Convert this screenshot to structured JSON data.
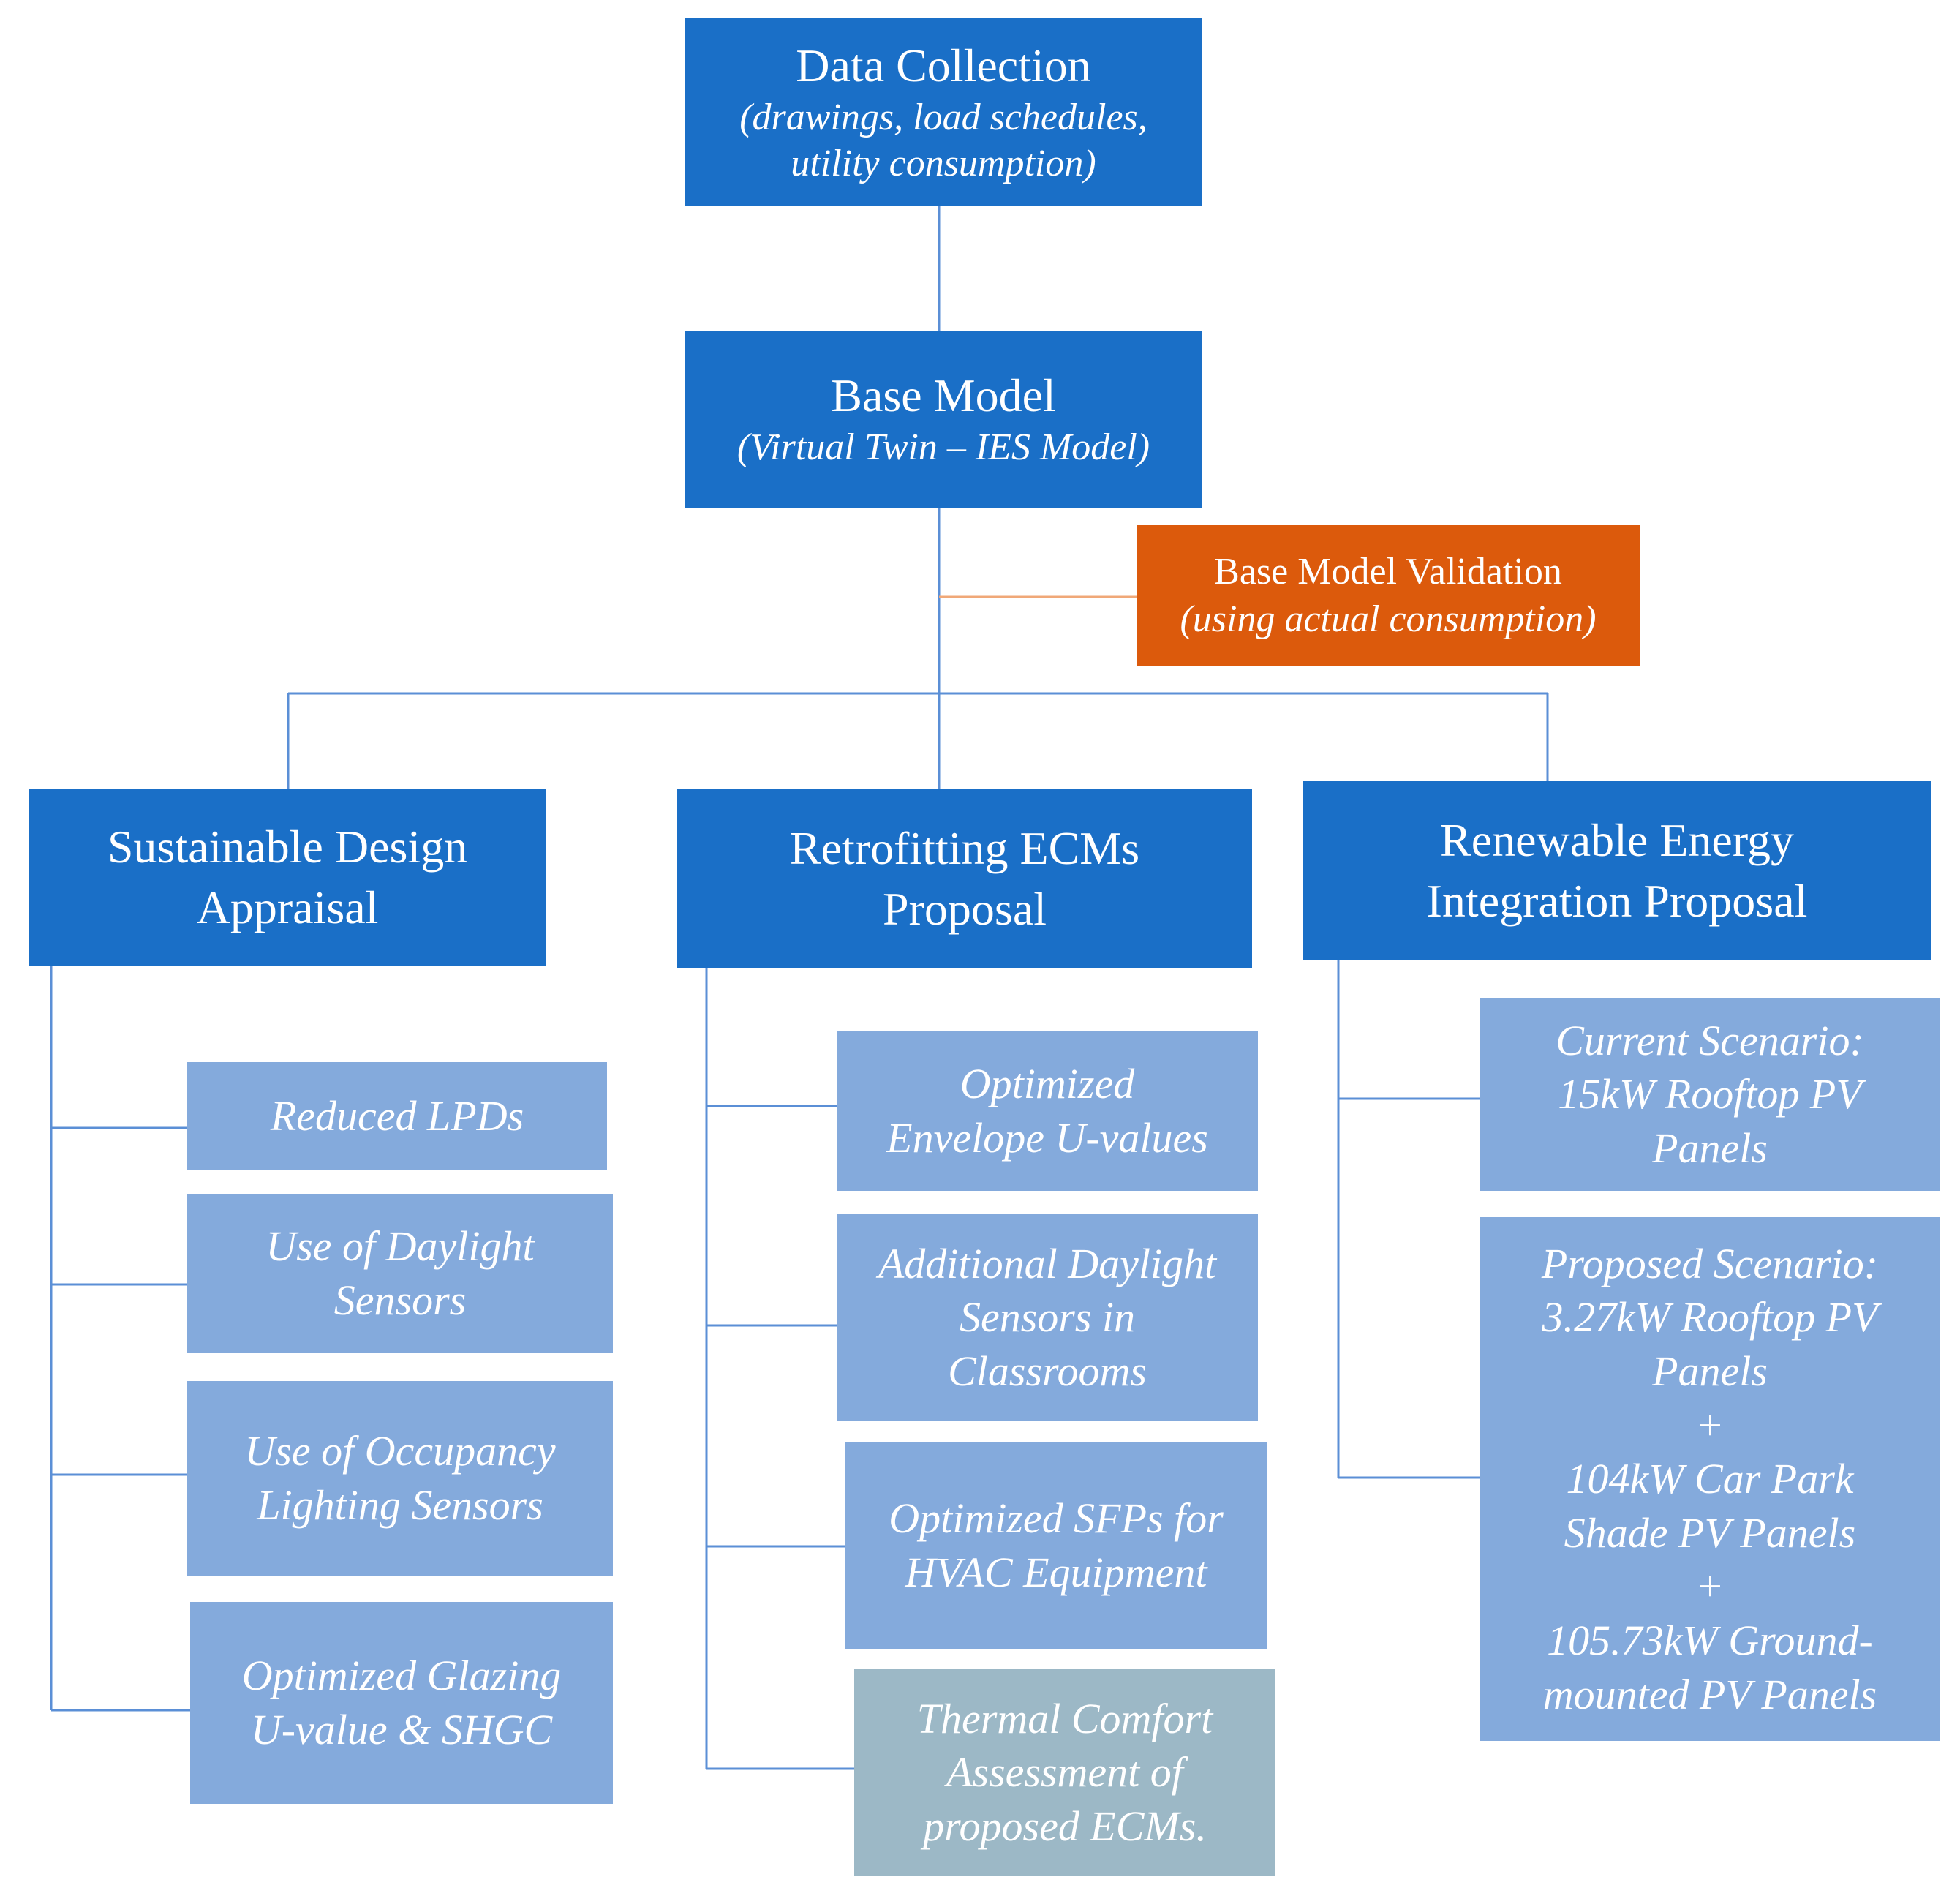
{
  "data_collection": {
    "title": "Data Collection",
    "sub_line1": "(drawings, load schedules,",
    "sub_line2": "utility consumption)"
  },
  "base_model": {
    "title": "Base Model",
    "subtitle": "(Virtual Twin – IES Model)"
  },
  "validation": {
    "title": "Base Model Validation",
    "subtitle": "(using actual consumption)"
  },
  "sustainable": {
    "line1": "Sustainable Design",
    "line2": "Appraisal",
    "items": [
      [
        "Reduced LPDs"
      ],
      [
        "Use of Daylight",
        "Sensors"
      ],
      [
        "Use of Occupancy",
        "Lighting Sensors"
      ],
      [
        "Optimized Glazing",
        "U-value & SHGC"
      ]
    ]
  },
  "retrofitting": {
    "line1": "Retrofitting ECMs",
    "line2": "Proposal",
    "items": [
      [
        "Optimized",
        "Envelope U-values"
      ],
      [
        "Additional Daylight",
        "Sensors in",
        "Classrooms"
      ],
      [
        "Optimized SFPs for",
        "HVAC Equipment"
      ],
      [
        "Thermal Comfort",
        "Assessment of",
        "proposed ECMs."
      ]
    ]
  },
  "renewable": {
    "line1": "Renewable Energy",
    "line2": "Integration Proposal",
    "items": [
      [
        "Current Scenario:",
        "15kW Rooftop PV",
        "Panels"
      ],
      [
        "Proposed Scenario:",
        "3.27kW Rooftop PV",
        "Panels",
        "+",
        "104kW Car Park",
        "Shade PV Panels",
        "+",
        "105.73kW Ground-",
        "mounted PV Panels"
      ]
    ]
  },
  "colors": {
    "primary_box": "#1a6fc7",
    "validation_box": "#dc5a0c",
    "item_box": "#84aadc",
    "assessment_box": "#9cb8c6",
    "connector": "#5b8fd6",
    "validation_connector": "#f0a878"
  }
}
